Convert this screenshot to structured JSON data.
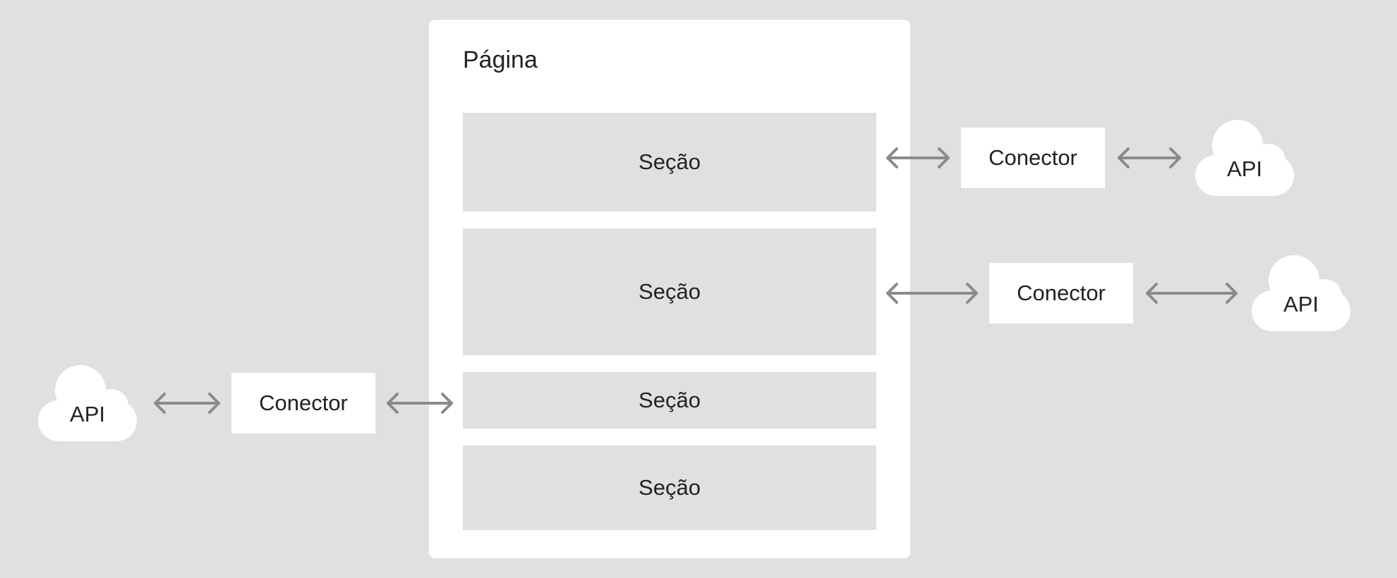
{
  "page": {
    "title": "Página"
  },
  "sections": [
    {
      "label": "Seção"
    },
    {
      "label": "Seção"
    },
    {
      "label": "Seção"
    },
    {
      "label": "Seção"
    }
  ],
  "connectors": [
    {
      "label": "Conector"
    },
    {
      "label": "Conector"
    },
    {
      "label": "Conector"
    }
  ],
  "apis": [
    {
      "label": "API"
    },
    {
      "label": "API"
    },
    {
      "label": "API"
    }
  ],
  "colors": {
    "background": "#e0e0e0",
    "card": "#ffffff",
    "arrow": "#8a8a8a",
    "text": "#222222"
  },
  "icons": [
    "double-arrow-icon",
    "cloud-icon"
  ]
}
